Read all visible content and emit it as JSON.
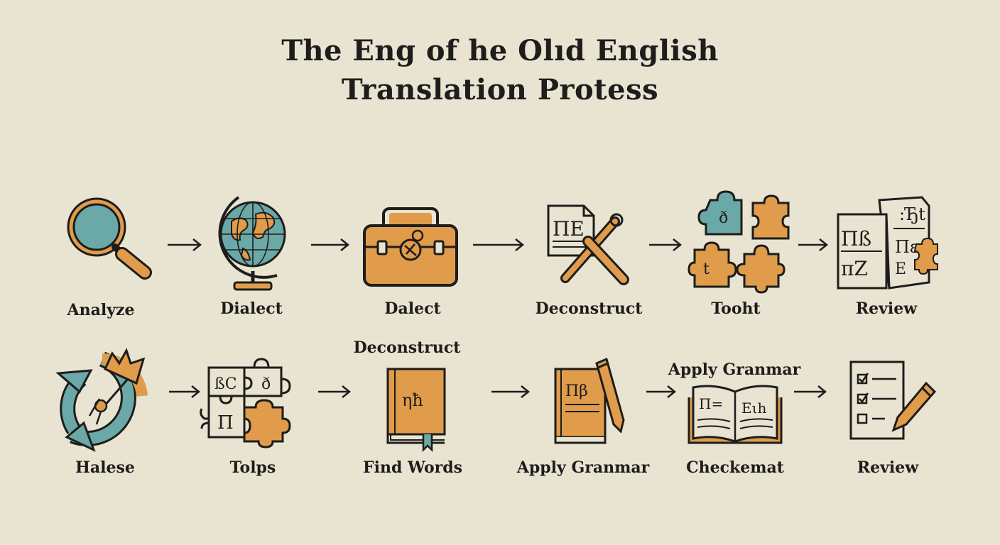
{
  "title": {
    "line1": "The Eng of he Olıd English",
    "line2": "Translation Protess"
  },
  "row1": [
    {
      "label": "Analyze",
      "icon": "magnifier-icon"
    },
    {
      "label": "Dialect",
      "icon": "globe-icon"
    },
    {
      "label": "Dalect",
      "icon": "briefcase-icon"
    },
    {
      "label": "Deconstruct",
      "icon": "document-tools-icon"
    },
    {
      "label": "Tooht",
      "icon": "puzzle-pieces-icon"
    },
    {
      "label": "Review",
      "icon": "manuscript-pages-icon"
    }
  ],
  "row2": [
    {
      "label": "Halese",
      "icon": "cycle-crown-icon"
    },
    {
      "label": "Tolps",
      "icon": "puzzle-grid-icon"
    },
    {
      "label": "Find Words",
      "top_label": "Deconstruct",
      "icon": "closed-book-icon"
    },
    {
      "label": "Apply Granmar",
      "icon": "book-pencil-icon"
    },
    {
      "label": "Checkemat",
      "top_label": "Apply Granmar",
      "icon": "open-book-icon"
    },
    {
      "label": "Review",
      "icon": "checklist-pencil-icon"
    }
  ],
  "glyphs": {
    "doc": "ΠE",
    "page_left": "Πß",
    "page_left2": "πZ",
    "page_right": ":Ђt",
    "page_right2": "Πε",
    "page_right3": "Ε",
    "puzzle_a": "ð",
    "puzzle_t": "t",
    "grid_a": "ßC",
    "grid_b": "ð",
    "grid_c": "Π",
    "book": "ηħ",
    "book2": "Πβ",
    "open_left": "Π=",
    "open_right": "Eιh"
  },
  "colors": {
    "background": "#e9e3d2",
    "ink": "#1d1d1b",
    "orange": "#e09c4a",
    "teal": "#6aa9a7"
  }
}
